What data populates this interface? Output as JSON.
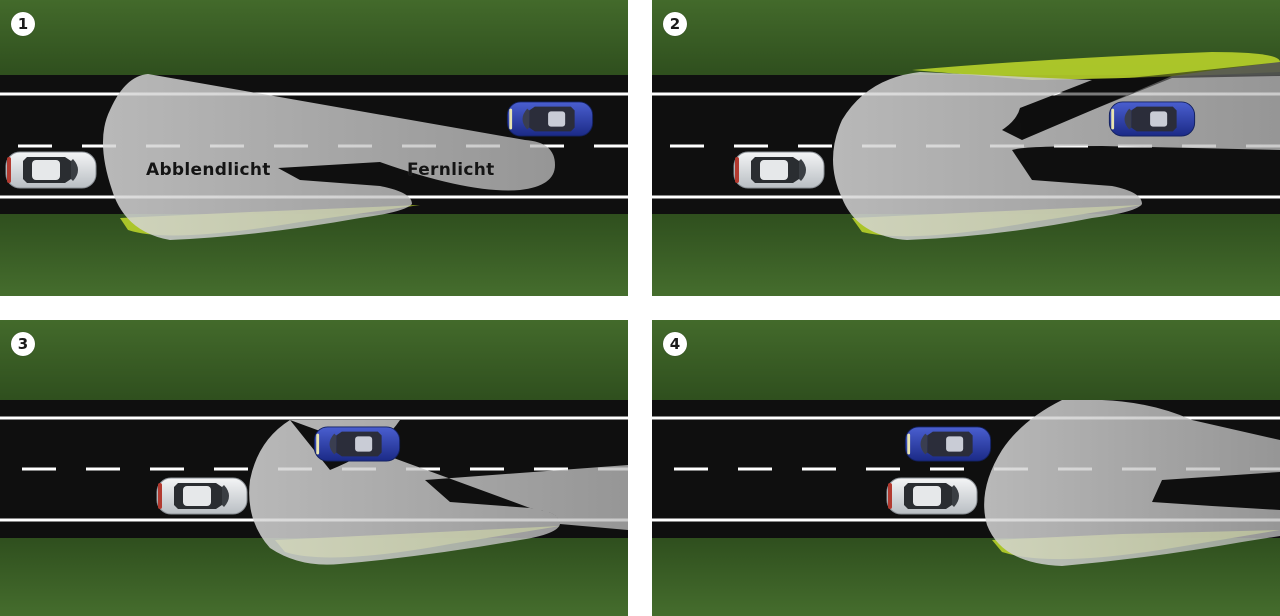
{
  "panels": [
    {
      "number": "1",
      "labels": {
        "low_beam": "Abblendlicht",
        "high_beam": "Fernlicht"
      }
    },
    {
      "number": "2"
    },
    {
      "number": "3"
    },
    {
      "number": "4"
    }
  ],
  "colors": {
    "grass": "#41662a",
    "grass_dark": "#355a22",
    "road": "#0f0f0f",
    "lane_marking": "#ffffff",
    "beam": "#bfbfbf",
    "beam_spill": "#b8d22a",
    "own_car": "#e3e6e9",
    "oncoming_car": "#27399e"
  }
}
